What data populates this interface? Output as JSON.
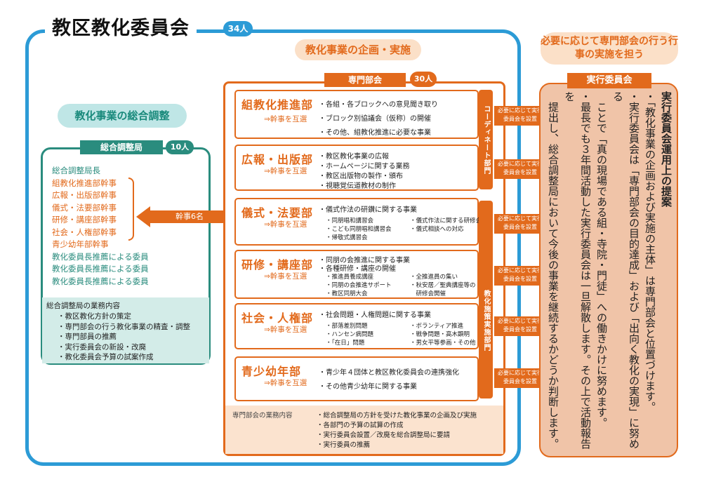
{
  "title": "教区教化委員会",
  "title_count": "34人",
  "plan_label": "教化事業の企画・実施",
  "right_caption": "必要に応じて専門部会の行う行事の実施を担う",
  "coord_label": "教化事業の総合調整",
  "adj": {
    "head": "総合調整局",
    "count": "10人",
    "members": [
      "総合調整局長",
      "組教化推進部幹事",
      "広報・出版部幹事",
      "儀式・法要部幹事",
      "研修・講座部幹事",
      "社会・人権部幹事",
      "青少幼年部幹事",
      "教化委員長推薦による委員",
      "教化委員長推薦による委員",
      "教化委員長推薦による委員"
    ],
    "duties_title": "総合調整局の業務内容",
    "duties": [
      "・教区教化方針の策定",
      "・専門部会の行う教化事業の精査・調整",
      "・専門部員の推薦",
      "・実行委員会の新設・改廃",
      "・教化委員会予算の試案作成"
    ],
    "arrow_label": "幹事6名"
  },
  "dept": {
    "head": "専門部会",
    "count": "30人",
    "coord_bar": "コーディネート部門",
    "policy_bar": "教化施策実施部門",
    "sub": "⇒幹事を互選",
    "units": [
      {
        "name": "組教化推進部",
        "items": [
          "・各組・各ブロックへの意見聞き取り",
          "・ブロック別協議会（仮称）の開催",
          "・その他、組教化推進に必要な事業"
        ],
        "small_left": [],
        "small_right": []
      },
      {
        "name": "広報・出版部",
        "items": [
          "・教区教化事業の広報",
          "・ホームページに関する業務",
          "・教区出版物の製作・頒布",
          "・視聴覚伝道教材の制作"
        ],
        "small_left": [],
        "small_right": []
      },
      {
        "name": "儀式・法要部",
        "items": [
          "・儀式作法の研鑽に関する事業"
        ],
        "small_left": [
          "・同朋唱和講習会",
          "・こども同朋唱和講習会",
          "・帰敬式講習会"
        ],
        "small_right": [
          "・儀式作法に関する研修会",
          "・儀式相談への対応"
        ]
      },
      {
        "name": "研修・講座部",
        "items": [
          "・同朋の会推進に関する事業",
          "・各種研修・講座の開催"
        ],
        "small_left": [
          "・推進員養成講座",
          "・同朋の会推進サポート",
          "・教区同朋大会"
        ],
        "small_right": [
          "・全推進員の集い",
          "・秋安居／聖典講座等の",
          "　研修会開催"
        ]
      },
      {
        "name": "社会・人権部",
        "items": [
          "・社会問題・人権問題に関する事業"
        ],
        "small_left": [
          "・部落差別問題",
          "・ハンセン病問題",
          "・「在日」問題"
        ],
        "small_right": [
          "・ボランティア推進",
          "・戦争問題・高木顕明",
          "・男女平等参画・その他"
        ]
      },
      {
        "name": "青少幼年部",
        "items": [
          "・青少年４団体と教区教化委員会の連携強化",
          "・その他青少幼年に関する事業"
        ],
        "small_left": [],
        "small_right": []
      }
    ],
    "arrow_label": "必要に応じて実行委員会を設置",
    "duties_title": "専門部会の業務内容",
    "duties": [
      "・総合調整局の方針を受けた教化事業の企画及び実施",
      "・各部門の予算の試算の作成",
      "・実行委員会設置／改廃を総合調整局に要請",
      "・実行委員の推薦"
    ]
  },
  "exec": {
    "head": "実行委員会",
    "text": [
      "実行委員会運用上の提案",
      "・「教化事業の企画および実施の主体」は専門部会と位置づけます。",
      "・実行委員会は「専門部会の目的達成」および「出向く教化の実現」に努める",
      "　ことで「真の現場である組・寺院・門徒」への働きかけに努めます。",
      "・最長でも３年間活動した実行委員会は一旦解散します。その上で活動報告を",
      "　提出し、総合調整局において今後の事業を継続するかどうか判断します。"
    ]
  },
  "colors": {
    "blue": "#2c9bd6",
    "teal": "#2a8c7e",
    "orange": "#e26a1c",
    "peach": "#f0c4a8"
  }
}
